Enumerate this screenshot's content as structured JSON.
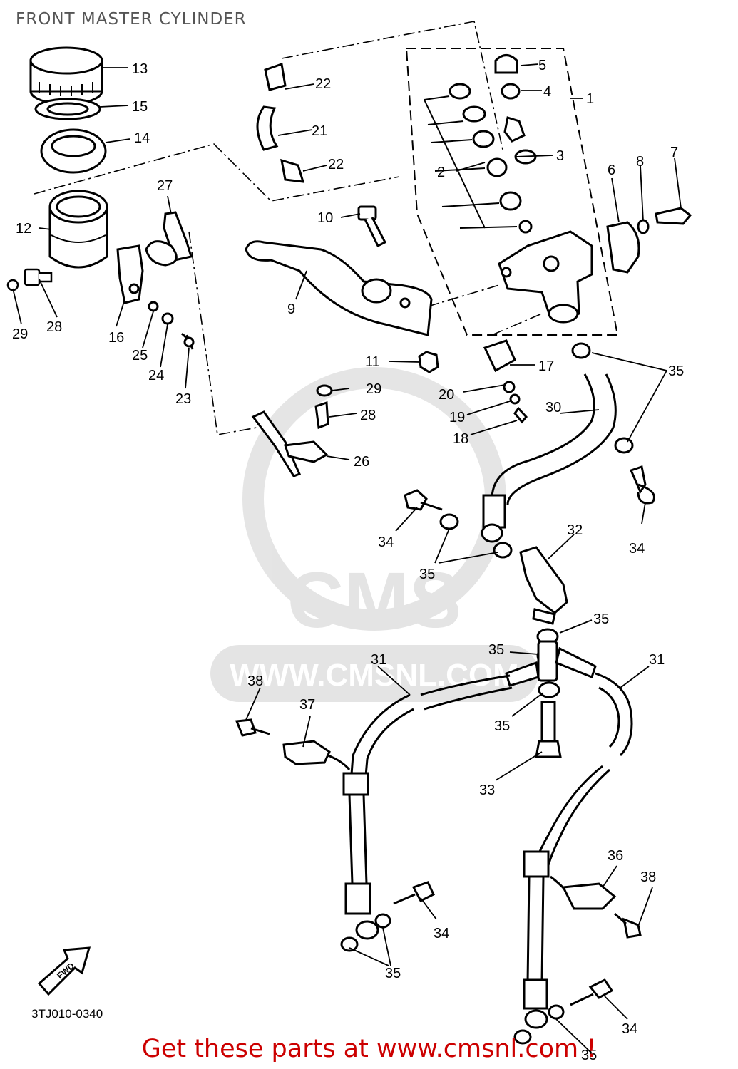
{
  "title": "FRONT MASTER CYLINDER",
  "diagram_code": "3TJ010-0340",
  "footer": "Get these parts at www.cmsnl.com !",
  "watermark": {
    "brand": "CMS",
    "url": "WWW.CMSNL.COM"
  },
  "forward_arrow_label": "FWD",
  "callouts": [
    {
      "id": "c1",
      "label": "1"
    },
    {
      "id": "c2",
      "label": "2"
    },
    {
      "id": "c3",
      "label": "3"
    },
    {
      "id": "c4",
      "label": "4"
    },
    {
      "id": "c5",
      "label": "5"
    },
    {
      "id": "c6",
      "label": "6"
    },
    {
      "id": "c7",
      "label": "7"
    },
    {
      "id": "c8",
      "label": "8"
    },
    {
      "id": "c9",
      "label": "9"
    },
    {
      "id": "c10",
      "label": "10"
    },
    {
      "id": "c11",
      "label": "11"
    },
    {
      "id": "c12",
      "label": "12"
    },
    {
      "id": "c13",
      "label": "13"
    },
    {
      "id": "c14",
      "label": "14"
    },
    {
      "id": "c15",
      "label": "15"
    },
    {
      "id": "c16",
      "label": "16"
    },
    {
      "id": "c17",
      "label": "17"
    },
    {
      "id": "c18",
      "label": "18"
    },
    {
      "id": "c19",
      "label": "19"
    },
    {
      "id": "c20",
      "label": "20"
    },
    {
      "id": "c21",
      "label": "21"
    },
    {
      "id": "c22a",
      "label": "22"
    },
    {
      "id": "c22b",
      "label": "22"
    },
    {
      "id": "c23",
      "label": "23"
    },
    {
      "id": "c24",
      "label": "24"
    },
    {
      "id": "c25",
      "label": "25"
    },
    {
      "id": "c26",
      "label": "26"
    },
    {
      "id": "c27",
      "label": "27"
    },
    {
      "id": "c28a",
      "label": "28"
    },
    {
      "id": "c28b",
      "label": "28"
    },
    {
      "id": "c29a",
      "label": "29"
    },
    {
      "id": "c29b",
      "label": "29"
    },
    {
      "id": "c30",
      "label": "30"
    },
    {
      "id": "c31a",
      "label": "31"
    },
    {
      "id": "c31b",
      "label": "31"
    },
    {
      "id": "c32",
      "label": "32"
    },
    {
      "id": "c33",
      "label": "33"
    },
    {
      "id": "c34a",
      "label": "34"
    },
    {
      "id": "c34b",
      "label": "34"
    },
    {
      "id": "c34c",
      "label": "34"
    },
    {
      "id": "c34d",
      "label": "34"
    },
    {
      "id": "c35a",
      "label": "35"
    },
    {
      "id": "c35b",
      "label": "35"
    },
    {
      "id": "c35c",
      "label": "35"
    },
    {
      "id": "c35d",
      "label": "35"
    },
    {
      "id": "c35e",
      "label": "35"
    },
    {
      "id": "c35f",
      "label": "35"
    },
    {
      "id": "c35g",
      "label": "35"
    },
    {
      "id": "c36",
      "label": "36"
    },
    {
      "id": "c37",
      "label": "37"
    },
    {
      "id": "c38a",
      "label": "38"
    },
    {
      "id": "c38b",
      "label": "38"
    }
  ]
}
